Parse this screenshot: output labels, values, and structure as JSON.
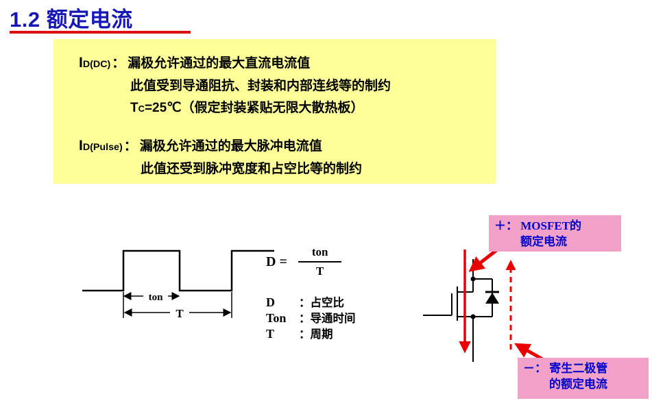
{
  "title": "1.2 额定电流",
  "colors": {
    "title_blue": "#1717b5",
    "underline_red": "#dd1111",
    "info_box_bg": "#ffff99",
    "callout_bg": "#f2a2c8",
    "callout_text": "#0000cc",
    "arrow_red": "#e80000"
  },
  "info": {
    "dc_base": "I",
    "dc_sub": "D(DC)",
    "dc_colon": "：",
    "dc_line1": "漏极允许通过的最大直流电流值",
    "dc_line2": "此值受到导通阻抗、封装和内部连线等的制约",
    "dc_line3_base": "T",
    "dc_line3_sub": "C",
    "dc_line3_rest": "=25℃（假定封装紧贴无限大散热板）",
    "pulse_base": "I",
    "pulse_sub": "D(Pulse)",
    "pulse_colon": "：",
    "pulse_line1": "漏极允许通过的最大脉冲电流值",
    "pulse_line2": "此值还受到脉冲宽度和占空比等的制约"
  },
  "waveform": {
    "ton_label": "ton",
    "t_label": "T"
  },
  "duty": {
    "lhs": "D =",
    "num": "ton",
    "den": "T",
    "legend": [
      {
        "sym": "D",
        "desc": "：占空比"
      },
      {
        "sym": "Ton",
        "desc": "：导通时间"
      },
      {
        "sym": "T",
        "desc": "：周期"
      }
    ]
  },
  "callouts": {
    "plus_line1": "＋： MOSFET的",
    "plus_line2": "额定电流",
    "minus_line1": "－： 寄生二极管",
    "minus_line2": "的额定电流"
  }
}
